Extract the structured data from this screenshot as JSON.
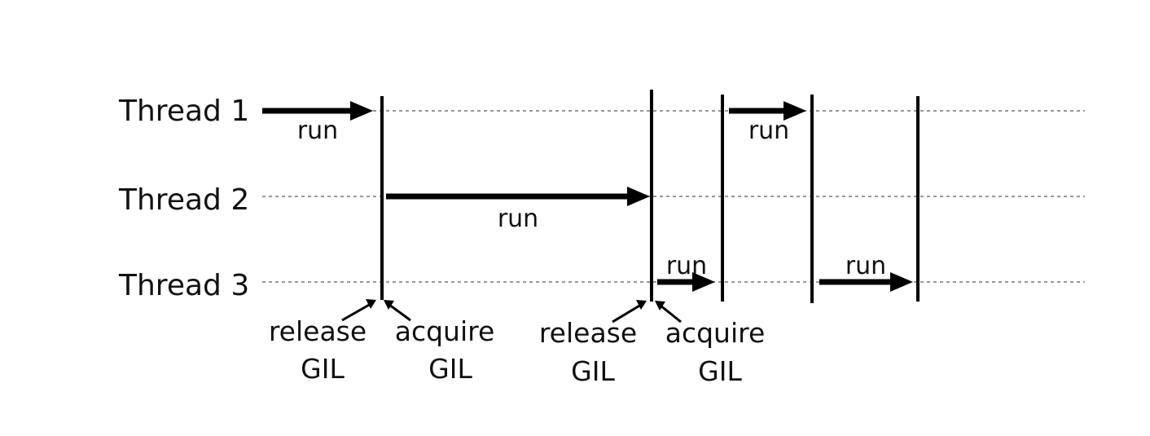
{
  "threads": [
    {
      "label": "Thread 1"
    },
    {
      "label": "Thread 2"
    },
    {
      "label": "Thread 3"
    }
  ],
  "run_segments": [
    {
      "thread": 1,
      "label": "run"
    },
    {
      "thread": 2,
      "label": "run"
    },
    {
      "thread": 3,
      "label": "run"
    },
    {
      "thread": 1,
      "label": "run"
    },
    {
      "thread": 3,
      "label": "run"
    }
  ],
  "gil_events": [
    {
      "release": {
        "line1": "release",
        "line2": "GIL"
      },
      "acquire": {
        "line1": "acquire",
        "line2": "GIL"
      }
    },
    {
      "release": {
        "line1": "release",
        "line2": "GIL"
      },
      "acquire": {
        "line1": "acquire",
        "line2": "GIL"
      }
    }
  ]
}
